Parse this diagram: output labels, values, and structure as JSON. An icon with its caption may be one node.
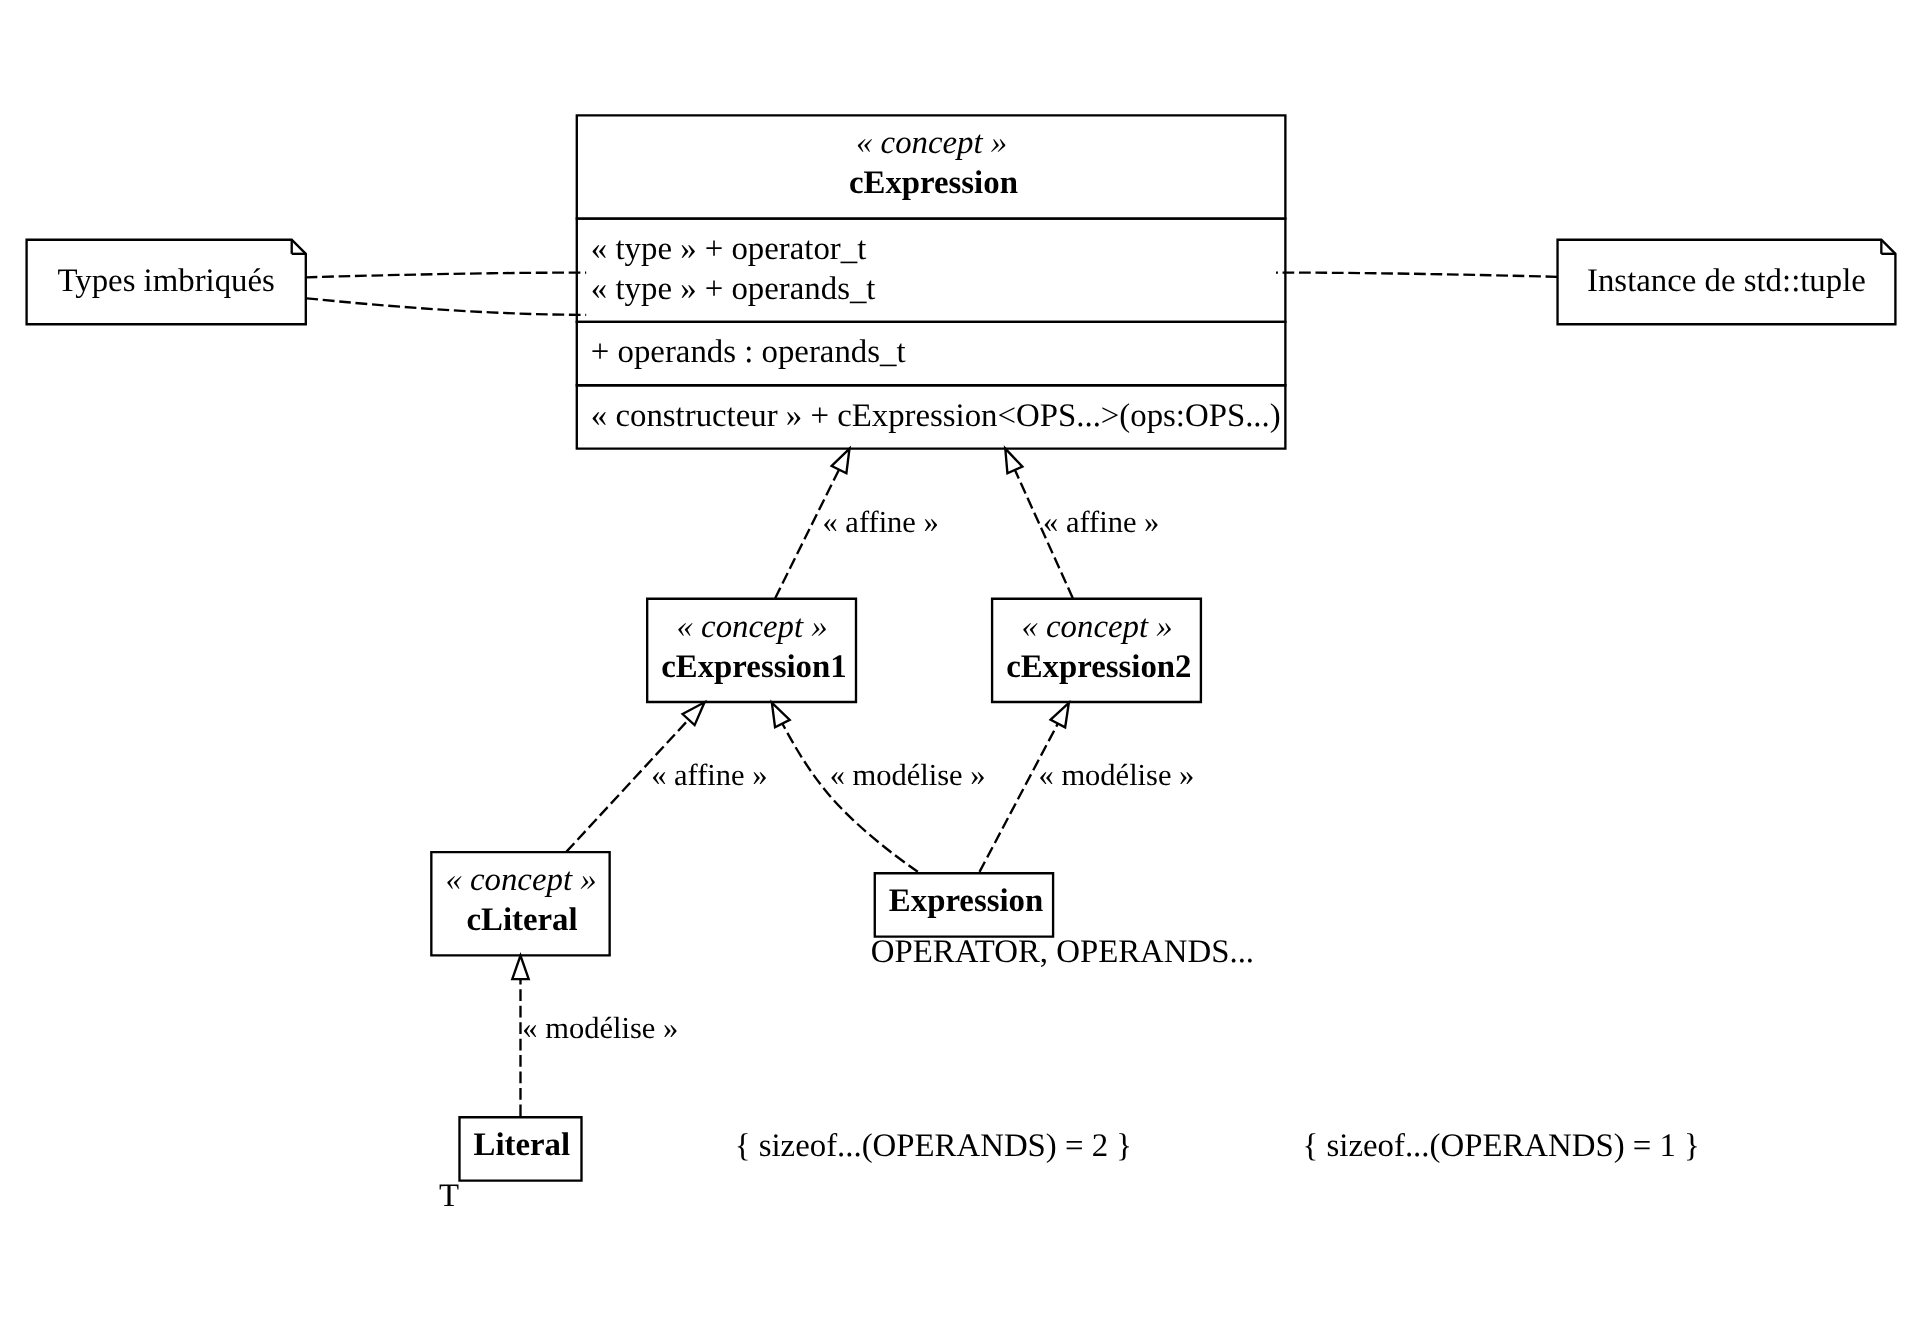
{
  "diagram": {
    "nodes": [
      {
        "text": [
          "« concept »",
          "cExpression",
          "« type » + operator_t",
          "« type » + operands_t",
          "+ operands : operands_t",
          "« constructeur » + cExpression<OPS...>(ops:OPS...)"
        ]
      },
      {
        "text": [
          "Types imbriqués"
        ]
      },
      {
        "text": [
          "Instance de std::tuple"
        ]
      },
      {
        "text": [
          "« concept »",
          "cExpression1"
        ]
      },
      {
        "text": [
          "« concept »",
          "cExpression2"
        ]
      },
      {
        "text": [
          "« concept »",
          "cLiteral"
        ]
      },
      {
        "text": [
          "Literal"
        ],
        "beside": [
          "T"
        ]
      },
      {
        "text": [
          "Expression"
        ],
        "beside": [
          "OPERATOR, OPERANDS..."
        ]
      }
    ],
    "edges": [
      {
        "from": 1,
        "to": 0,
        "arrow": "none",
        "style": "dashed"
      },
      {
        "from": 1,
        "to": 0,
        "arrow": "none",
        "style": "dashed"
      },
      {
        "from": 2,
        "to": 0,
        "arrow": "none",
        "style": "dashed"
      },
      {
        "from": 3,
        "to": 0,
        "arrow": "to",
        "style": "dashed",
        "label": "« affine »"
      },
      {
        "from": 4,
        "to": 0,
        "arrow": "to",
        "style": "dashed",
        "label": "« affine »"
      },
      {
        "from": 5,
        "to": 3,
        "arrow": "to",
        "style": "dashed",
        "label": "« affine »"
      },
      {
        "from": 7,
        "to": 3,
        "arrow": "to",
        "style": "dashed",
        "label": "« modélise »"
      },
      {
        "from": 7,
        "to": 4,
        "arrow": "to",
        "style": "dashed",
        "label": "« modélise »"
      },
      {
        "from": 6,
        "to": 5,
        "arrow": "to",
        "style": "dashed",
        "label": "« modélise »"
      }
    ],
    "labels": [
      "{ sizeof...(OPERANDS) = 2 }",
      "{ sizeof...(OPERANDS) = 1 }"
    ]
  }
}
